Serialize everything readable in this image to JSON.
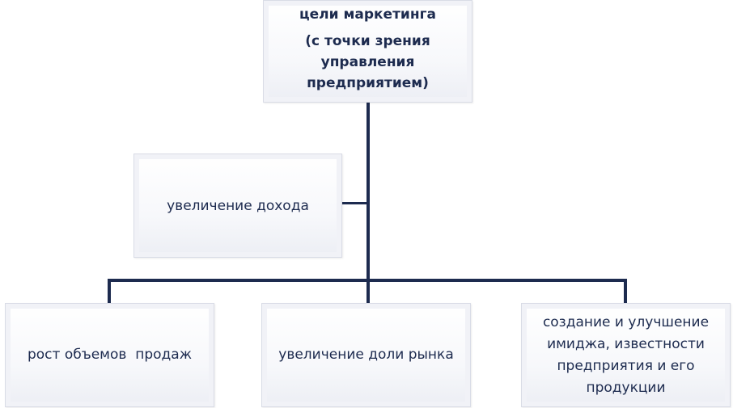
{
  "diagram": {
    "root": {
      "title": "цели маркетинга",
      "subtitle_lines": [
        "(с точки зрения",
        "управления",
        "предприятием)"
      ]
    },
    "assistant": {
      "label": "увеличение дохода"
    },
    "children": [
      {
        "lines": [
          "рост объемов  продаж"
        ]
      },
      {
        "lines": [
          "увеличение доли рынка"
        ]
      },
      {
        "lines": [
          "создание и улучшение",
          "имиджа, известности",
          "предприятия и его",
          "продукции"
        ]
      }
    ],
    "colors": {
      "connector": "#1d2b4f",
      "text": "#1d2b4f",
      "box_fill": "#f5f6fa"
    }
  }
}
